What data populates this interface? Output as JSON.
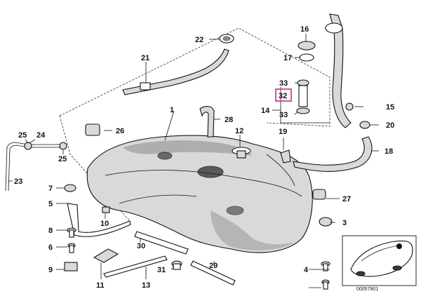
{
  "diagram": {
    "figure_number": "00057901",
    "highlighted_callout": "32",
    "highlight_color": "#e0208c",
    "callouts": [
      "1",
      "3",
      "4",
      "5",
      "6",
      "7",
      "8",
      "9",
      "10",
      "11",
      "12",
      "13",
      "14",
      "15",
      "16",
      "17",
      "18",
      "19",
      "20",
      "21",
      "22",
      "23",
      "24",
      "25",
      "25",
      "26",
      "27",
      "28",
      "29",
      "30",
      "31",
      "32",
      "33",
      "33"
    ]
  }
}
